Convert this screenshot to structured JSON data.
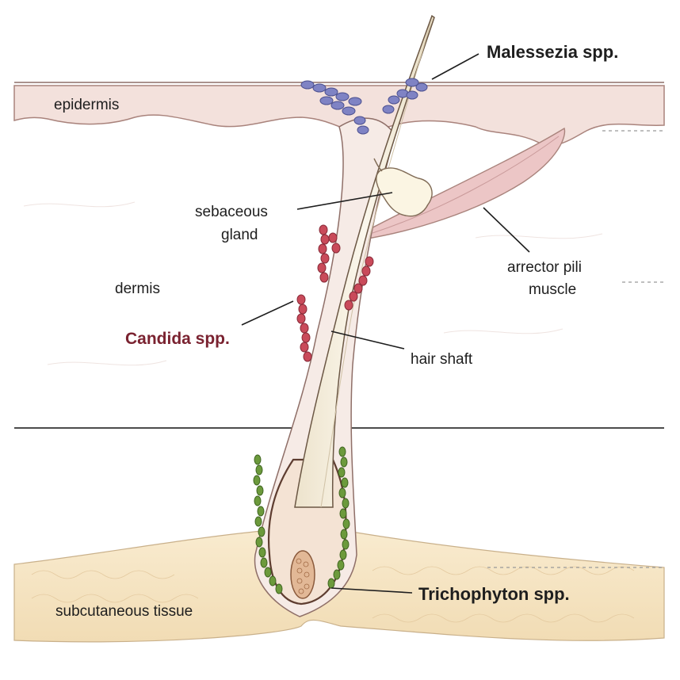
{
  "labels": {
    "epidermis": "epidermis",
    "dermis": "dermis",
    "subcutaneous": "subcutaneous tissue",
    "sebaceous_line1": "sebaceous",
    "sebaceous_line2": "gland",
    "arrector_line1": "arrector pili",
    "arrector_line2": "muscle",
    "hair_shaft": "hair shaft",
    "malassezia": "Malessezia spp.",
    "candida": "Candida spp.",
    "trichophyton": "Trichophyton spp."
  },
  "colors": {
    "skin": "#f3e1dc",
    "skin_edge": "#a9837c",
    "subcutaneous": "#f7e7c8",
    "hair": "#f5efe0",
    "malassezia": "#7f83c4",
    "candida": "#c94a5a",
    "trichophyton": "#6c9a3c",
    "candida_label": "#7a2230"
  }
}
